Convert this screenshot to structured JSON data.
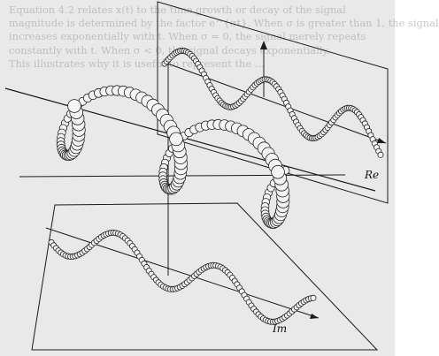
{
  "figure": {
    "labels": {
      "real_axis": "Re",
      "imag_axis": "Im"
    },
    "bead_fill": "#f4f4f4",
    "bead_stroke": "#222222",
    "plane_stroke": "#1a1a1a",
    "page_background": "#e9e9e9"
  },
  "background_text": {
    "lines": [
      "Equation 4.2 relates x(t) to the time growth or decay of the signal",
      "magnitude is determined by the factor e^{σt}. When σ is greater than 1, the signal",
      "increases exponentially with t. When σ = 0, the signal merely repeats",
      "constantly with t. When σ < 0, the signal decays exponentially.",
      "This illustrates why it is useful to represent the ..."
    ]
  }
}
